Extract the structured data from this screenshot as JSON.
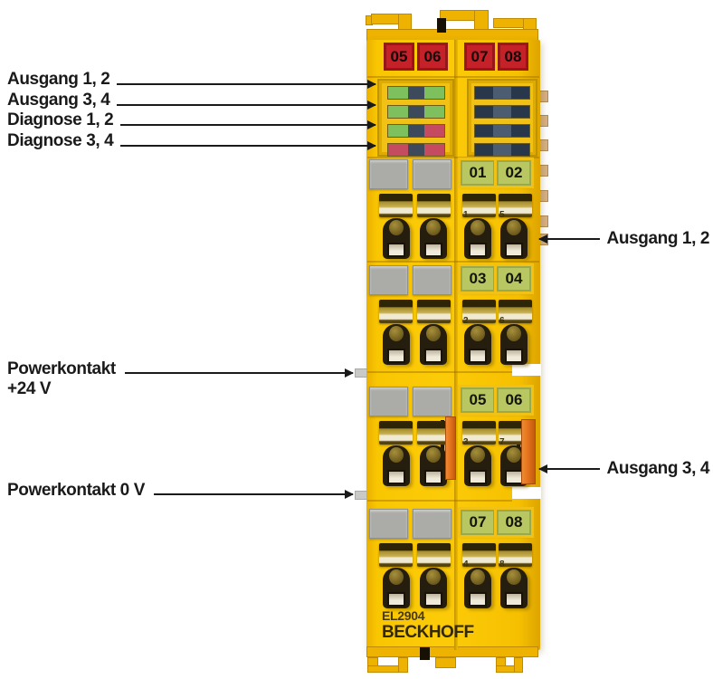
{
  "left_labels": {
    "rows": [
      {
        "label": "Ausgang 1, 2"
      },
      {
        "label": "Ausgang 3, 4"
      },
      {
        "label": "Diagnose 1, 2"
      },
      {
        "label": "Diagnose 3, 4"
      }
    ],
    "power_24": {
      "line1": "Powerkontakt",
      "line2": "+24 V"
    },
    "power_0": "Powerkontakt 0 V"
  },
  "right_labels": {
    "out12": "Ausgang 1, 2",
    "out34": "Ausgang 3, 4"
  },
  "module": {
    "part_number": "EL2904",
    "brand": "BECKHOFF",
    "top_numbers": [
      "05",
      "06",
      "07",
      "08"
    ],
    "led_left_rows": [
      [
        "#7fc05e",
        "#3c4a5c",
        "#7fc05e"
      ],
      [
        "#7fc05e",
        "#3c4a5c",
        "#7fc05e"
      ],
      [
        "#7fc05e",
        "#3c4a5c",
        "#c44b60"
      ],
      [
        "#c44b60",
        "#3c4a5c",
        "#c44b60"
      ]
    ],
    "led_right_rows": [
      [
        "#29374a",
        "#4c5d72",
        "#29374a"
      ],
      [
        "#29374a",
        "#4c5d72",
        "#29374a"
      ],
      [
        "#29374a",
        "#4c5d72",
        "#29374a"
      ],
      [
        "#29374a",
        "#4c5d72",
        "#29374a"
      ]
    ],
    "sections": [
      {
        "labels": [
          "01",
          "02"
        ],
        "pins": [
          "1",
          "5"
        ]
      },
      {
        "labels": [
          "03",
          "04"
        ],
        "pins": [
          "2",
          "6"
        ]
      },
      {
        "labels": [
          "05",
          "06"
        ],
        "pins": [
          "3",
          "7"
        ]
      },
      {
        "labels": [
          "07",
          "08"
        ],
        "pins": [
          "4",
          "8"
        ]
      }
    ]
  },
  "colors": {
    "body_yellow": "#f9c602",
    "red_box": "#c42129",
    "green_label": "#b9c763",
    "led_green": "#7fc05e",
    "led_red": "#c44b60",
    "led_off": "#29374a",
    "orange_power_contact": "#e4741d",
    "gray_label": "#ababa7"
  }
}
